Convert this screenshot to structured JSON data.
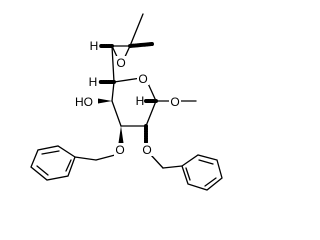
{
  "molecule": {
    "atom_labels": {
      "ring_oxygen": "O",
      "epoxide_oxygen": "O",
      "anomeric_oxygen": "O",
      "o3_oxygen": "O",
      "o2_oxygen": "O",
      "hydroxyl": "HO",
      "h_epoxide_c1": "H",
      "h_epoxide_c2": "H",
      "h_c5": "H",
      "h_c1": "H"
    }
  }
}
